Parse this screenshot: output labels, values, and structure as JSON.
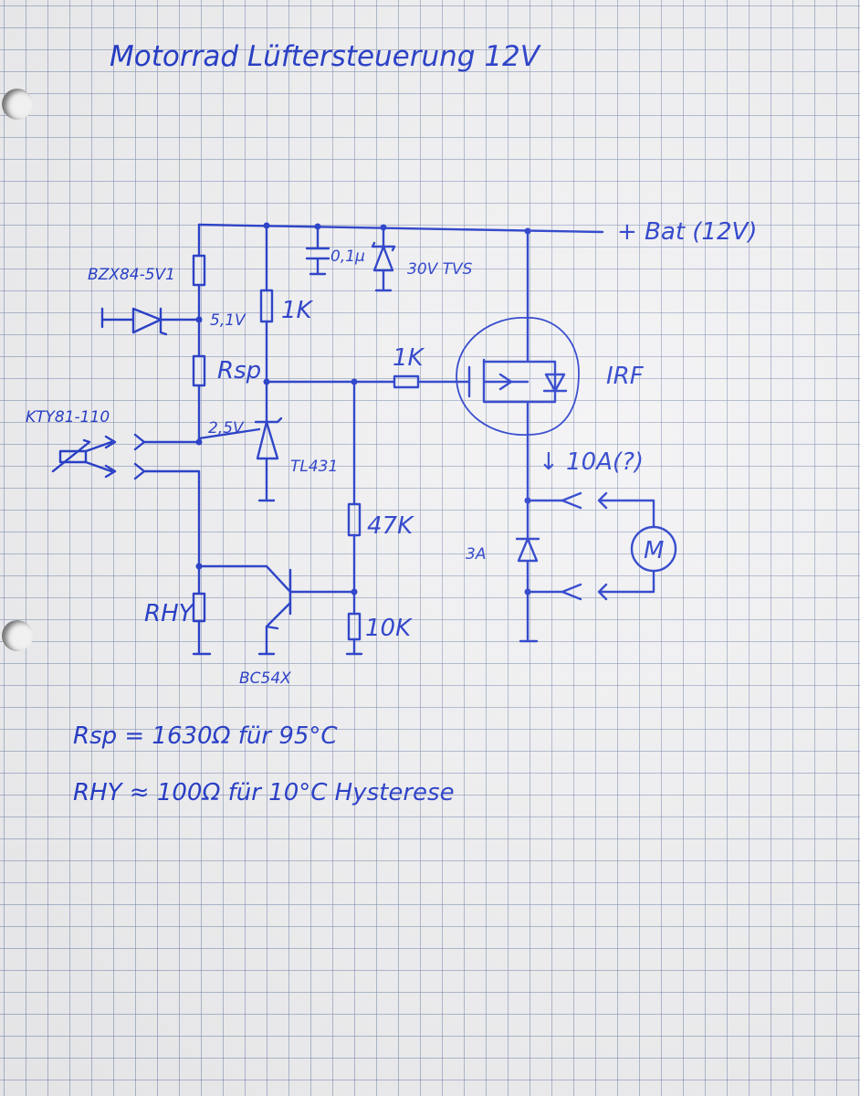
{
  "title": "Motorrad Lüftersteuerung 12V",
  "labels": {
    "supply": "+ Bat (12V)",
    "cap": "0,1µ",
    "tvs": "30V TVS",
    "zener": "BZX84-5V1",
    "v51": "5,1V",
    "r1k_top": "1K",
    "rsp": "Rsp",
    "r1k_gate": "1K",
    "irf": "IRF",
    "sensor": "KTY81-110",
    "v25": "2,5V",
    "tl431": "TL431",
    "current": "↓ 10A(?)",
    "r47k": "47K",
    "diode3a": "3A",
    "motor": "M",
    "rhy": "RHY",
    "r10k": "10K",
    "bc54x": "BC54X"
  },
  "notes": {
    "rsp_line": "Rsp = 1630Ω für 95°C",
    "rhy_line": "RHY ≈ 100Ω für 10°C Hysterese"
  },
  "colors": {
    "ink": "#1d35c8",
    "paper": "#f2f2f4",
    "grid": "#7887af"
  }
}
